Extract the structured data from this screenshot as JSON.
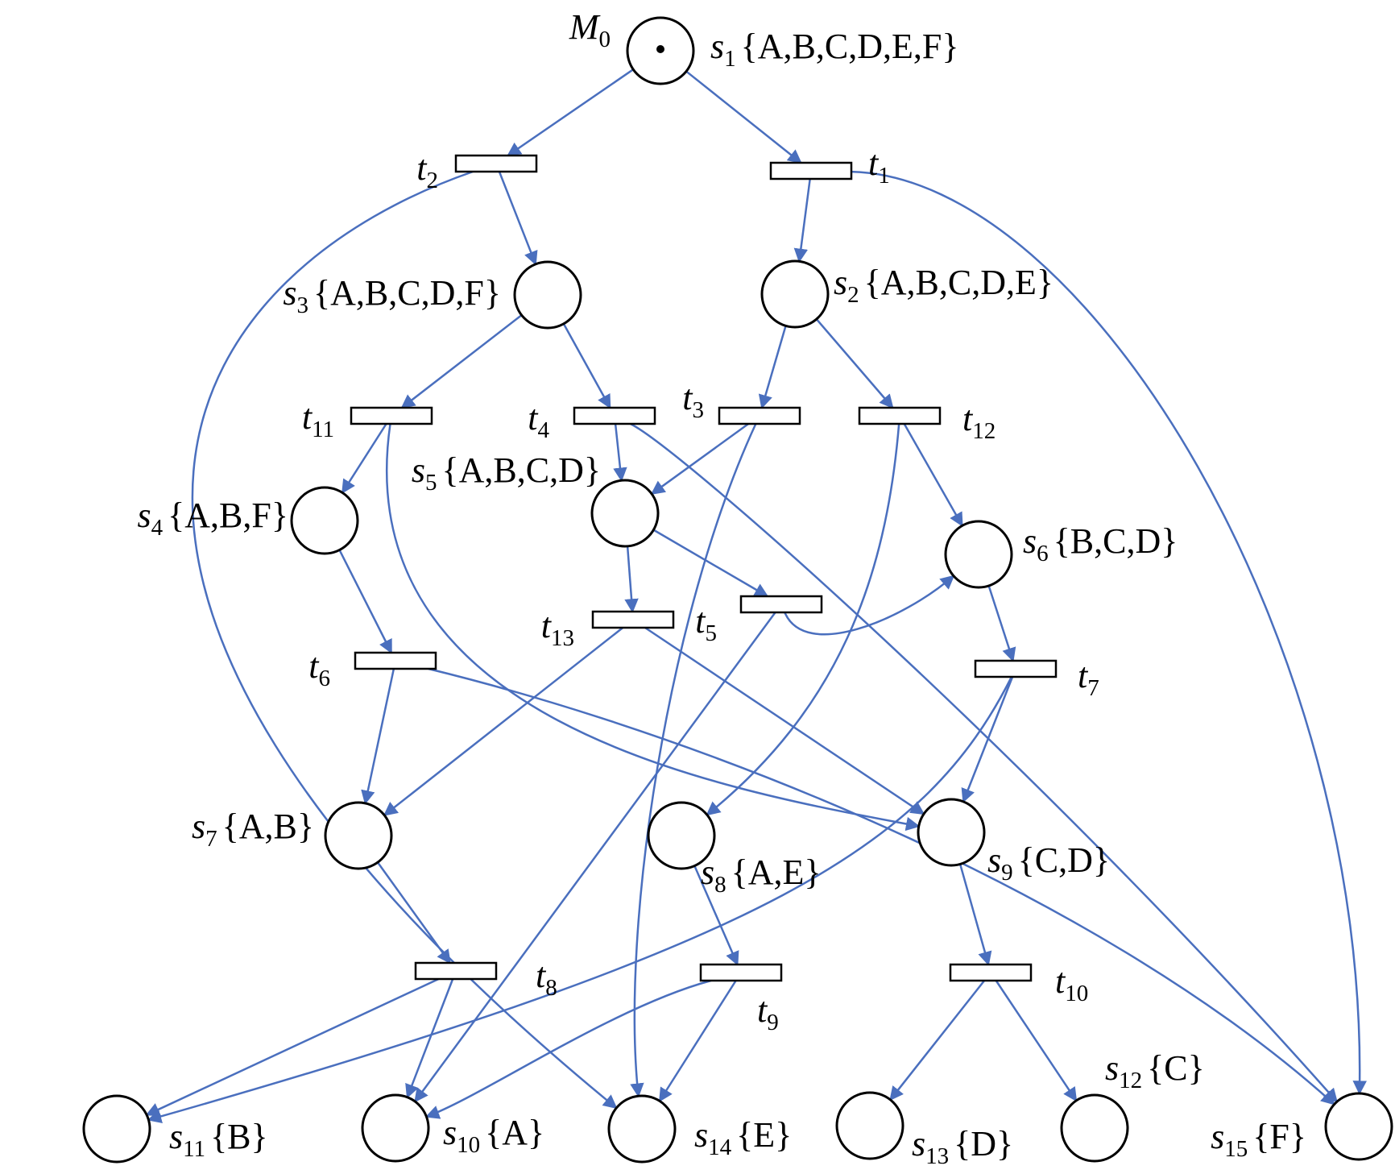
{
  "initial_marking": {
    "name": "M",
    "sub": "0"
  },
  "colors": {
    "arc": "#4a6fbe",
    "outline": "#000000"
  },
  "places": [
    {
      "id": "s1",
      "name": "s",
      "sub": "1",
      "set": "{A,B,C,D,E,F}",
      "token": true
    },
    {
      "id": "s2",
      "name": "s",
      "sub": "2",
      "set": "{A,B,C,D,E}"
    },
    {
      "id": "s3",
      "name": "s",
      "sub": "3",
      "set": "{A,B,C,D,F}"
    },
    {
      "id": "s4",
      "name": "s",
      "sub": "4",
      "set": "{A,B,F}"
    },
    {
      "id": "s5",
      "name": "s",
      "sub": "5",
      "set": "{A,B,C,D}"
    },
    {
      "id": "s6",
      "name": "s",
      "sub": "6",
      "set": "{B,C,D}"
    },
    {
      "id": "s7",
      "name": "s",
      "sub": "7",
      "set": "{A,B}"
    },
    {
      "id": "s8",
      "name": "s",
      "sub": "8",
      "set": "{A,E}"
    },
    {
      "id": "s9",
      "name": "s",
      "sub": "9",
      "set": "{C,D}"
    },
    {
      "id": "s10",
      "name": "s",
      "sub": "10",
      "set": "{A}"
    },
    {
      "id": "s11",
      "name": "s",
      "sub": "11",
      "set": "{B}"
    },
    {
      "id": "s12",
      "name": "s",
      "sub": "12",
      "set": "{C}"
    },
    {
      "id": "s13",
      "name": "s",
      "sub": "13",
      "set": "{D}"
    },
    {
      "id": "s14",
      "name": "s",
      "sub": "14",
      "set": "{E}"
    },
    {
      "id": "s15",
      "name": "s",
      "sub": "15",
      "set": "{F}"
    }
  ],
  "transitions": [
    {
      "id": "t1",
      "name": "t",
      "sub": "1"
    },
    {
      "id": "t2",
      "name": "t",
      "sub": "2"
    },
    {
      "id": "t3",
      "name": "t",
      "sub": "3"
    },
    {
      "id": "t4",
      "name": "t",
      "sub": "4"
    },
    {
      "id": "t5",
      "name": "t",
      "sub": "5"
    },
    {
      "id": "t6",
      "name": "t",
      "sub": "6"
    },
    {
      "id": "t7",
      "name": "t",
      "sub": "7"
    },
    {
      "id": "t8",
      "name": "t",
      "sub": "8"
    },
    {
      "id": "t9",
      "name": "t",
      "sub": "9"
    },
    {
      "id": "t10",
      "name": "t",
      "sub": "10"
    },
    {
      "id": "t11",
      "name": "t",
      "sub": "11"
    },
    {
      "id": "t12",
      "name": "t",
      "sub": "12"
    },
    {
      "id": "t13",
      "name": "t",
      "sub": "13"
    }
  ],
  "arcs": [
    {
      "from": "s1",
      "to": "t2"
    },
    {
      "from": "s1",
      "to": "t1"
    },
    {
      "from": "t2",
      "to": "s3"
    },
    {
      "from": "t2",
      "to": "s14"
    },
    {
      "from": "t1",
      "to": "s2"
    },
    {
      "from": "t1",
      "to": "s15"
    },
    {
      "from": "s3",
      "to": "t11"
    },
    {
      "from": "s3",
      "to": "t4"
    },
    {
      "from": "s2",
      "to": "t3"
    },
    {
      "from": "s2",
      "to": "t12"
    },
    {
      "from": "t11",
      "to": "s4"
    },
    {
      "from": "t11",
      "to": "s9"
    },
    {
      "from": "t4",
      "to": "s5"
    },
    {
      "from": "t4",
      "to": "s15"
    },
    {
      "from": "t3",
      "to": "s5"
    },
    {
      "from": "t3",
      "to": "s14"
    },
    {
      "from": "t12",
      "to": "s6"
    },
    {
      "from": "t12",
      "to": "s8"
    },
    {
      "from": "s4",
      "to": "t6"
    },
    {
      "from": "s5",
      "to": "t13"
    },
    {
      "from": "s5",
      "to": "t5"
    },
    {
      "from": "t5",
      "to": "s6"
    },
    {
      "from": "t5",
      "to": "s10"
    },
    {
      "from": "s6",
      "to": "t7"
    },
    {
      "from": "t6",
      "to": "s7"
    },
    {
      "from": "t6",
      "to": "s15"
    },
    {
      "from": "t13",
      "to": "s7"
    },
    {
      "from": "t13",
      "to": "s9"
    },
    {
      "from": "t7",
      "to": "s9"
    },
    {
      "from": "t7",
      "to": "s11"
    },
    {
      "from": "s7",
      "to": "t8"
    },
    {
      "from": "s8",
      "to": "t9"
    },
    {
      "from": "s9",
      "to": "t10"
    },
    {
      "from": "t8",
      "to": "s11"
    },
    {
      "from": "t8",
      "to": "s10"
    },
    {
      "from": "t9",
      "to": "s10"
    },
    {
      "from": "t9",
      "to": "s14"
    },
    {
      "from": "t10",
      "to": "s13"
    },
    {
      "from": "t10",
      "to": "s12"
    }
  ]
}
